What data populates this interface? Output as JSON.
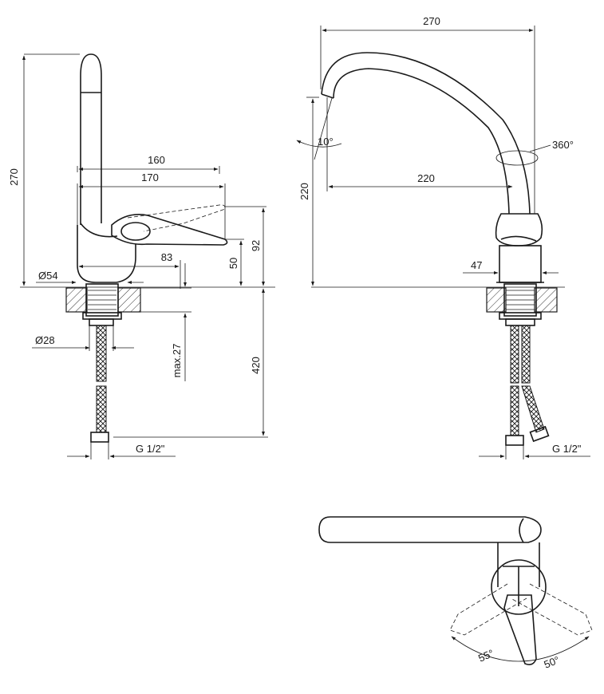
{
  "side_view": {
    "height_total": "270",
    "reach_spout": "160",
    "reach_lever": "170",
    "lever_height": "92",
    "base_height": "50",
    "lever_offset": "83",
    "base_diameter": "Ø54",
    "shank_diameter": "Ø28",
    "max_thickness": "max.27",
    "hose_length": "420",
    "thread": "G 1/2\""
  },
  "front_view": {
    "width_total": "270",
    "tilt_angle": "10°",
    "rotation": "360°",
    "spout_height": "220",
    "spout_reach": "220",
    "body_width": "47",
    "thread": "G 1/2\""
  },
  "top_view": {
    "angle_left": "55°",
    "angle_right": "50°"
  },
  "colors": {
    "line": "#1a1a1a",
    "background": "#ffffff"
  }
}
